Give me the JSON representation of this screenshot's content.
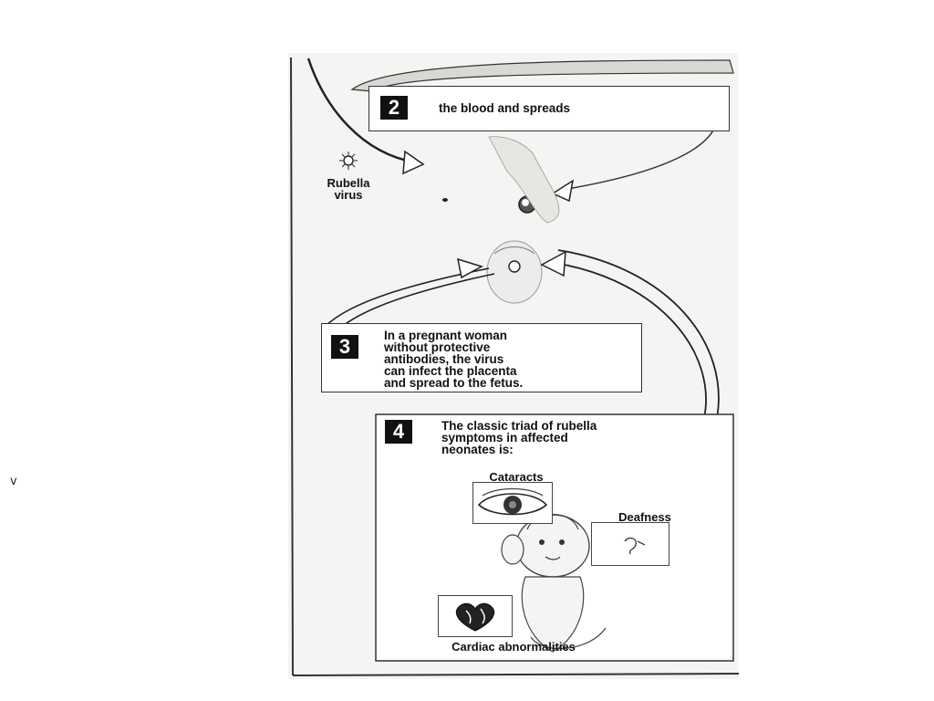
{
  "stray_mark": "v",
  "steps": {
    "step2": {
      "number": "2",
      "text": "the blood and spreads"
    },
    "step3": {
      "number": "3",
      "text": "In a pregnant woman\nwithout protective\nantibodies, the virus\ncan infect the placenta\nand spread to the fetus."
    },
    "step4": {
      "number": "4",
      "text": "The classic triad of rubella\nsymptoms in affected\nneonates is:"
    }
  },
  "labels": {
    "virus": "Rubella\nvirus",
    "cataracts": "Cataracts",
    "deafness": "Deafness",
    "cardiac": "Cardiac abnormalities"
  },
  "icons": [
    "virus-icon",
    "eye-icon",
    "ear-icon",
    "heart-icon",
    "infant-illustration",
    "placenta-illustration",
    "arrow-icon"
  ]
}
